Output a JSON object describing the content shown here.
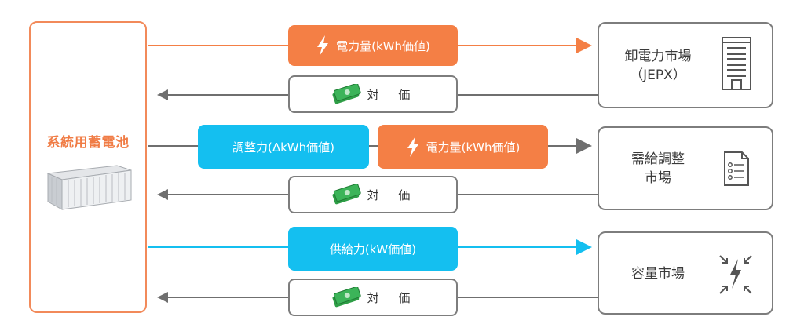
{
  "battery": {
    "label": "系統用蓄電池"
  },
  "markets": [
    {
      "name": "卸電力市場\n（JEPX）",
      "icon": "building-icon"
    },
    {
      "name": "需給調整\n市場",
      "icon": "document-icon"
    },
    {
      "name": "容量市場",
      "icon": "power-capacity-icon"
    }
  ],
  "flows": {
    "jepx_value": "電力量(kWh価値)",
    "balancing_adjust": "調整力(ΔkWh価値)",
    "balancing_energy": "電力量(kWh価値)",
    "capacity_value": "供給力(kW価値)",
    "payment": "対 価"
  },
  "colors": {
    "orange": "#f47f45",
    "blue": "#14bff0",
    "gray": "#7d7d7d",
    "money": "#2e9e46"
  }
}
